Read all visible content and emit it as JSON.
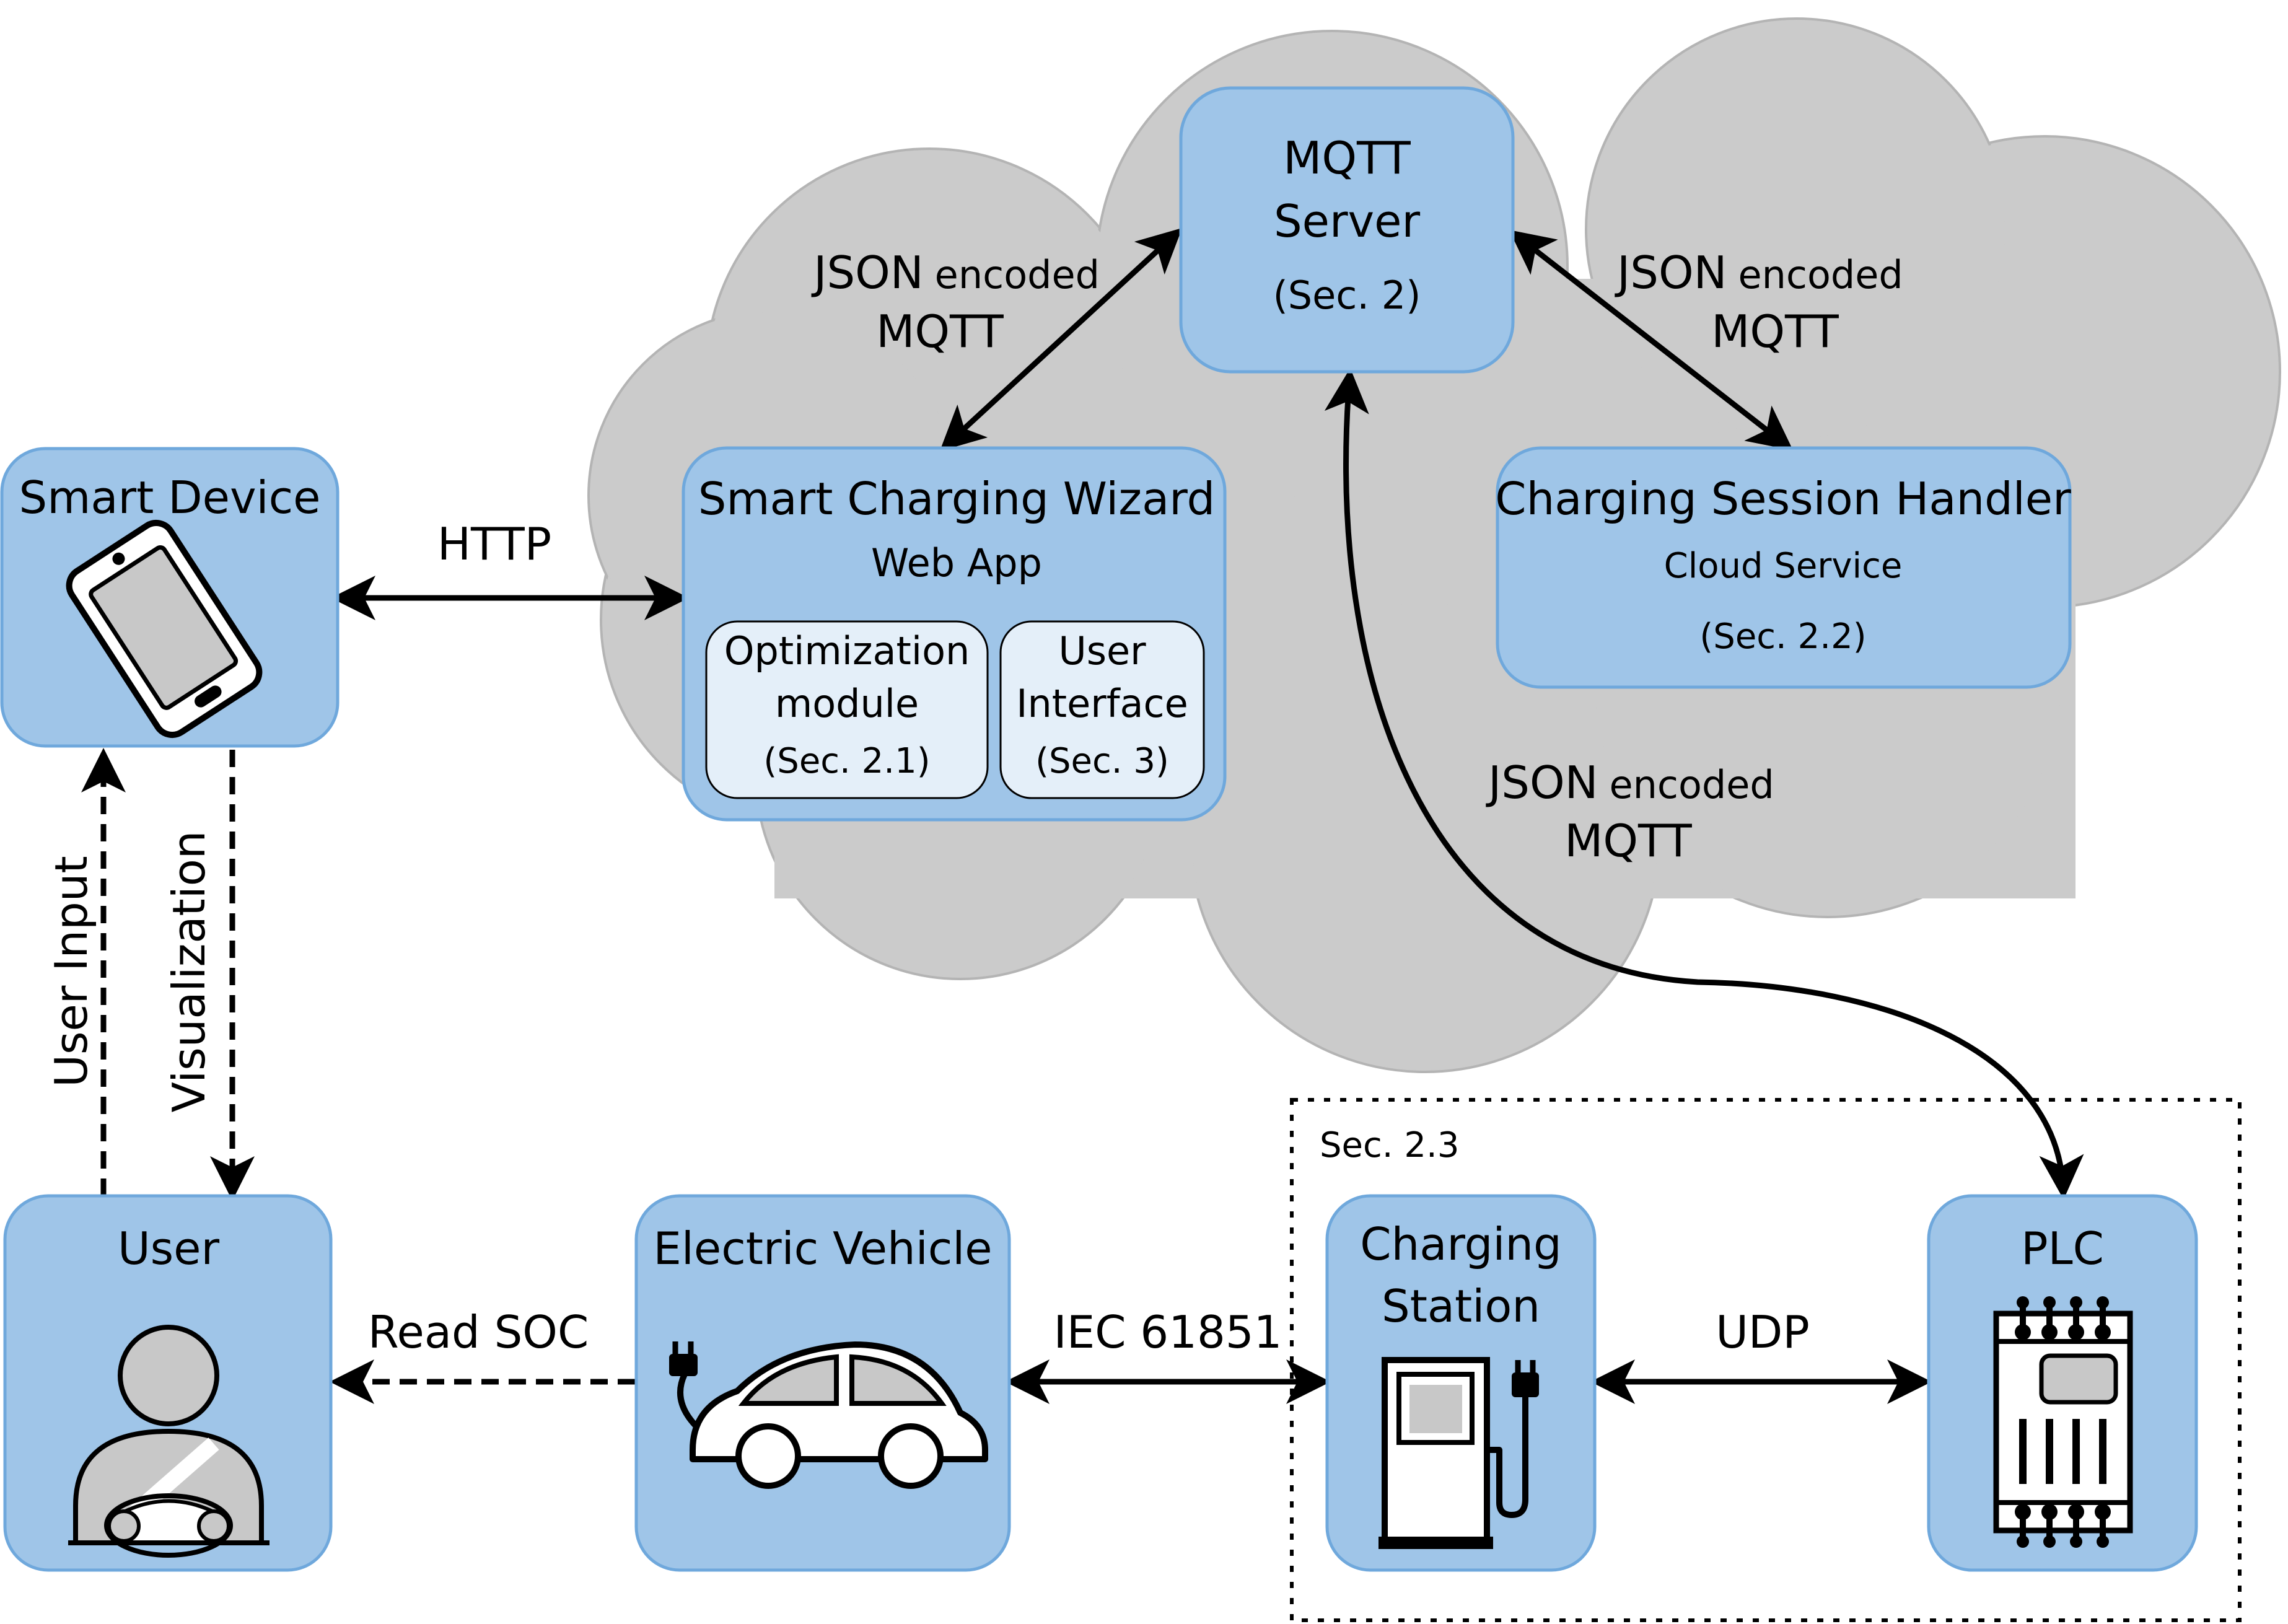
{
  "nodes": {
    "smart_device": {
      "title": "Smart Device"
    },
    "mqtt_server": {
      "line1": "MQTT",
      "line2": "Server",
      "section": "(Sec. 2)"
    },
    "smart_charging_wizard": {
      "title": "Smart Charging Wizard",
      "subtitle": "Web App",
      "optimization": {
        "line1": "Optimization",
        "line2": "module",
        "section": "(Sec. 2.1)"
      },
      "user_interface": {
        "line1": "User",
        "line2": "Interface",
        "section": "(Sec. 3)"
      }
    },
    "charging_session_handler": {
      "title": "Charging Session Handler",
      "subtitle": "Cloud Service",
      "section": "(Sec. 2.2)"
    },
    "user": {
      "title": "User"
    },
    "electric_vehicle": {
      "title": "Electric Vehicle"
    },
    "charging_station": {
      "line1": "Charging",
      "line2": "Station"
    },
    "plc": {
      "title": "PLC"
    }
  },
  "edges": {
    "json_left": {
      "line1_a": "JSON",
      "line1_b": "encoded",
      "line2": "MQTT"
    },
    "json_right": {
      "line1_a": "JSON",
      "line1_b": "encoded",
      "line2": "MQTT"
    },
    "json_bottom": {
      "line1_a": "JSON",
      "line1_b": "encoded",
      "line2": "MQTT"
    },
    "http": "HTTP",
    "user_input": "User Input",
    "visualization": "Visualization",
    "read_soc": "Read SOC",
    "iec": "IEC 61851",
    "udp": "UDP"
  },
  "groups": {
    "section_23": "Sec. 2.3"
  },
  "colors": {
    "box_fill": "#9fc5e8",
    "box_stroke": "#6fa8dc",
    "subbox_fill": "#e4eff9",
    "cloud_fill": "#cbcbcb",
    "icon_gray": "#c8c8c8"
  },
  "icons": [
    "smartphone-icon",
    "driver-icon",
    "electric-car-icon",
    "charging-station-icon",
    "plc-icon"
  ]
}
